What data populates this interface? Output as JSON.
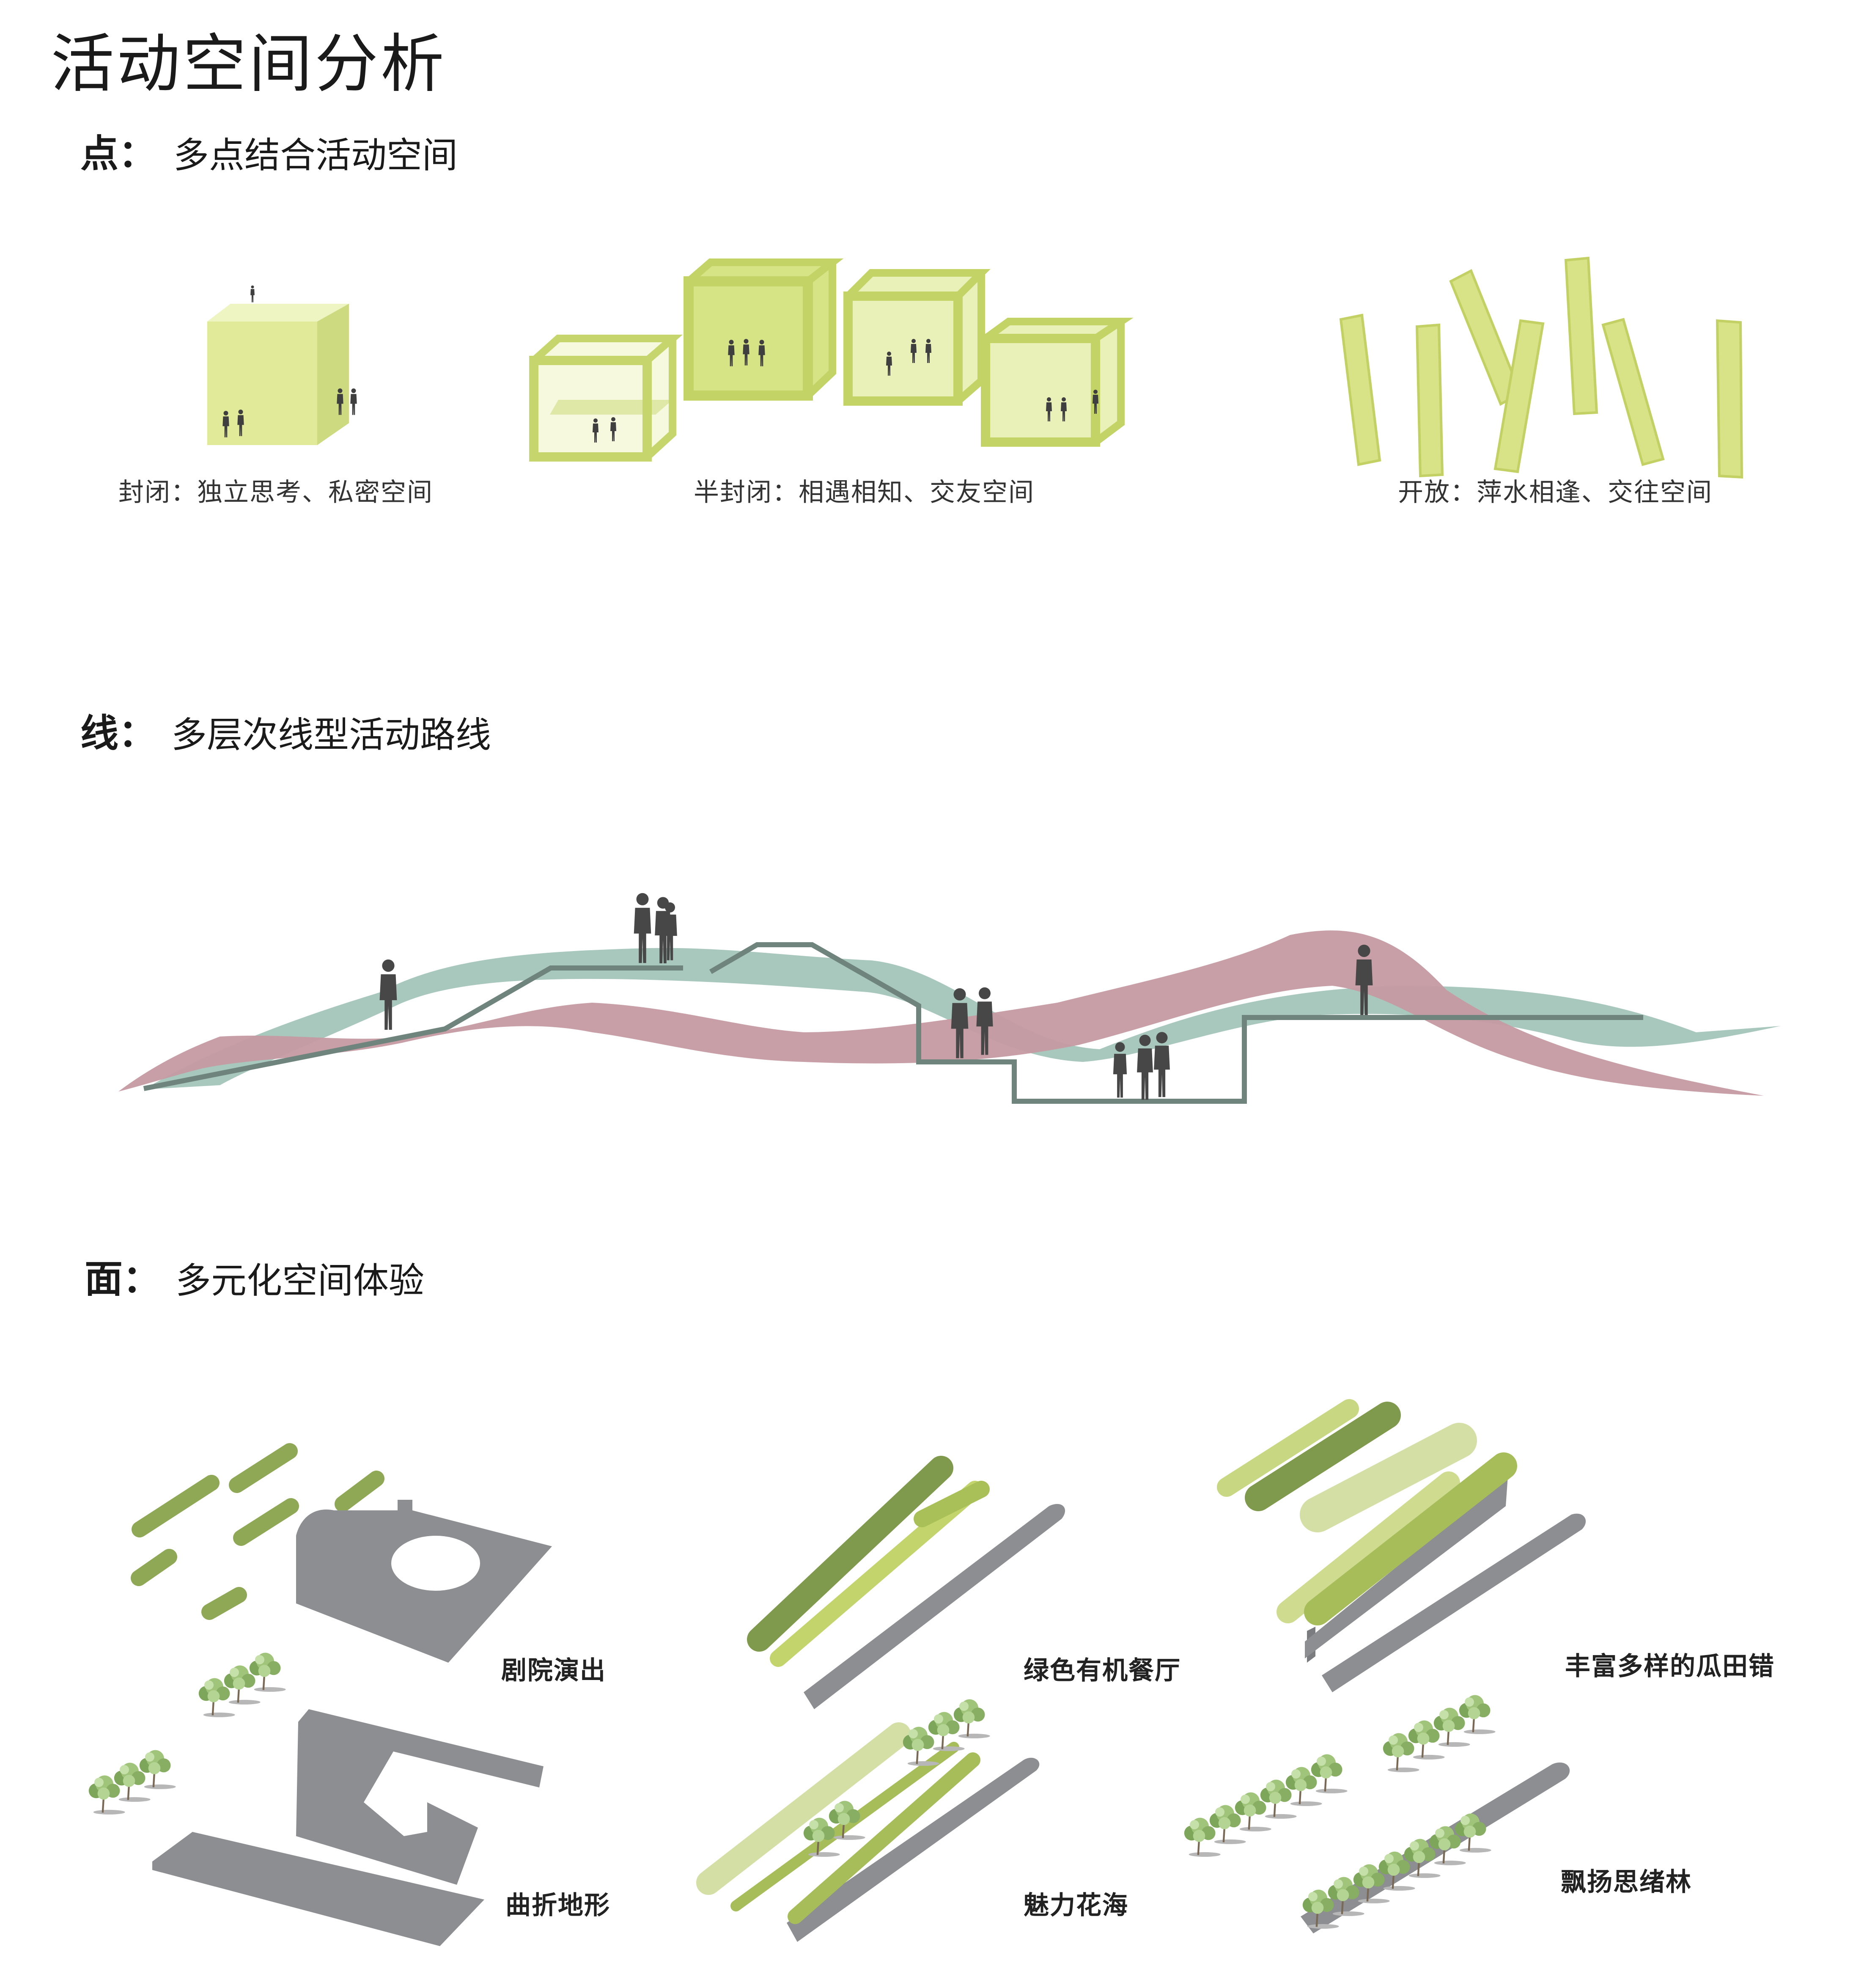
{
  "title": "活动空间分析",
  "colors": {
    "box_fill": "#dde892",
    "box_frame": "#c8d870",
    "ribbon_teal": "#9bbfb5",
    "ribbon_pink": "#c4919a",
    "path_line": "#6e847d",
    "ground": "#8c8e92",
    "green_dark": "#7f9a4c",
    "green_mid": "#a6bd5a",
    "green_light": "#cfdc8f",
    "person": "#4a4a4a"
  },
  "point": {
    "heading": "点：",
    "subtitle": "多点结合活动空间",
    "captions": {
      "closed": "封闭：独立思考、私密空间",
      "semi": "半封闭：相遇相知、交友空间",
      "open": "开放：萍水相逢、交往空间"
    }
  },
  "line": {
    "heading": "线：",
    "subtitle": "多层次线型活动路线"
  },
  "surface": {
    "heading": "面：",
    "subtitle": "多元化空间体验",
    "labels": {
      "theater": "剧院演出",
      "winding": "曲折地形",
      "restaurant": "绿色有机餐厅",
      "flowers": "魅力花海",
      "field": "丰富多样的瓜田错",
      "forest": "飘扬思绪林"
    }
  }
}
